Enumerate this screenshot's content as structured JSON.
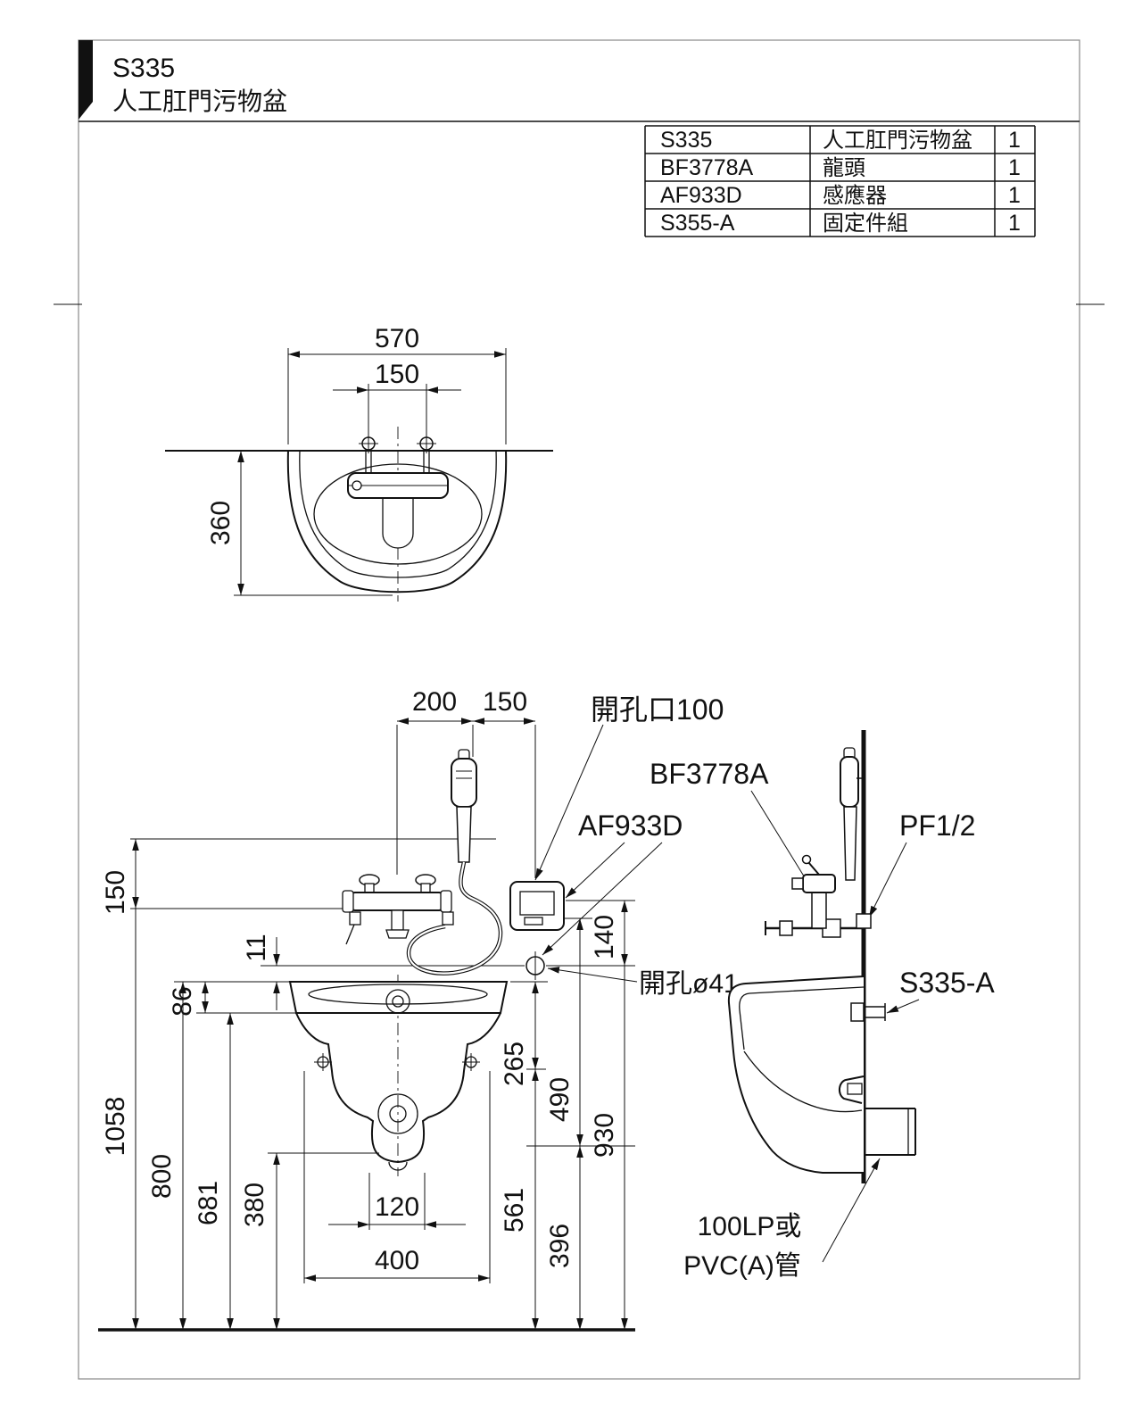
{
  "header": {
    "model": "S335",
    "product_name": "人工肛門污物盆"
  },
  "parts_table": {
    "rows": [
      {
        "code": "S335",
        "name": "人工肛門污物盆",
        "qty": "1"
      },
      {
        "code": "BF3778A",
        "name": "龍頭",
        "qty": "1"
      },
      {
        "code": "AF933D",
        "name": "感應器",
        "qty": "1"
      },
      {
        "code": "S355-A",
        "name": "固定件組",
        "qty": "1"
      }
    ]
  },
  "top_view": {
    "dim_width": "570",
    "dim_faucet_centers": "150",
    "dim_depth": "360"
  },
  "front_view": {
    "dim_200": "200",
    "dim_150_top": "150",
    "label_square_hole": "開孔口100",
    "label_faucet": "BF3778A",
    "label_sensor": "AF933D",
    "label_inlet": "PF1/2",
    "dim_150_left": "150",
    "dim_1058": "1058",
    "dim_800": "800",
    "dim_681": "681",
    "dim_380": "380",
    "dim_86": "86",
    "dim_11": "11",
    "dim_140": "140",
    "dim_265": "265",
    "dim_490": "490",
    "dim_930": "930",
    "dim_561": "561",
    "dim_396": "396",
    "dim_120": "120",
    "dim_400": "400",
    "label_round_hole": "開孔ø41",
    "label_fixing": "S335-A",
    "label_pipe_1": "100LP或",
    "label_pipe_2": "PVC(A)管"
  }
}
